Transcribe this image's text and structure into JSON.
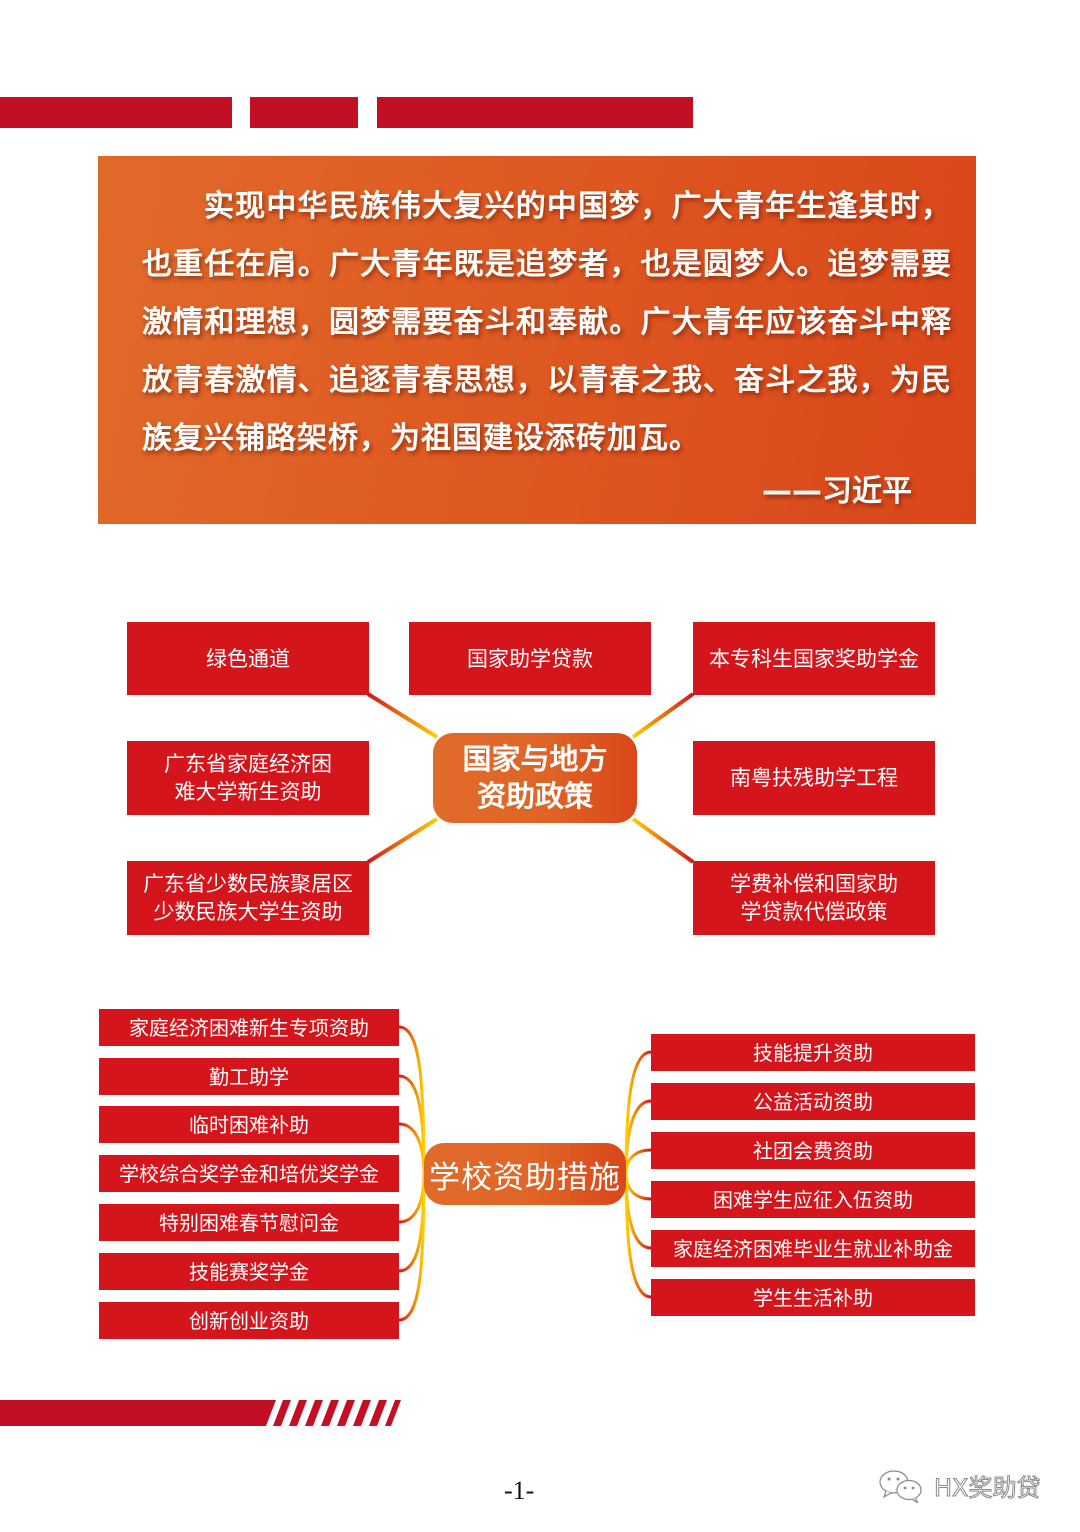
{
  "colors": {
    "brand_red": "#c30f23",
    "node_red": "#d5151c",
    "orange_start": "#e06a2a",
    "orange_end": "#d9461a",
    "connector_yellow": "#ffd000"
  },
  "quote": {
    "text": "实现中华民族伟大复兴的中国梦，广大青年生逢其时，也重任在肩。广大青年既是追梦者，也是圆梦人。追梦需要激情和理想，圆梦需要奋斗和奉献。广大青年应该奋斗中释放青春激情、追逐青春思想，以青春之我、奋斗之我，为民族复兴铺路架桥，为祖国建设添砖加瓦。",
    "author": "——习近平"
  },
  "national_policy": {
    "center": {
      "line1": "国家与地方",
      "line2": "资助政策"
    },
    "nodes": [
      {
        "id": "green-channel",
        "line1": "绿色通道",
        "line2": ""
      },
      {
        "id": "national-student-loan",
        "line1": "国家助学贷款",
        "line2": ""
      },
      {
        "id": "national-scholarship",
        "line1": "本专科生国家奖助学金",
        "line2": ""
      },
      {
        "id": "guangdong-freshman-aid",
        "line1": "广东省家庭经济困",
        "line2": "难大学新生资助"
      },
      {
        "id": "nanyue-disability-aid",
        "line1": "南粤扶残助学工程",
        "line2": ""
      },
      {
        "id": "ethnic-minority-aid",
        "line1": "广东省少数民族聚居区",
        "line2": "少数民族大学生资助"
      },
      {
        "id": "tuition-compensation",
        "line1": "学费补偿和国家助",
        "line2": "学贷款代偿政策"
      }
    ]
  },
  "school_measures": {
    "center": "学校资助措施",
    "left": [
      "家庭经济困难新生专项资助",
      "勤工助学",
      "临时困难补助",
      "学校综合奖学金和培优奖学金",
      "特别困难春节慰问金",
      "技能赛奖学金",
      "创新创业资助"
    ],
    "right": [
      "技能提升资助",
      "公益活动资助",
      "社团会费资助",
      "困难学生应征入伍资助",
      "家庭经济困难毕业生就业补助金",
      "学生生活补助"
    ]
  },
  "footer": {
    "page_number": "-1-",
    "watermark_icon": "wechat-icon",
    "watermark_text": "HX奖助贷"
  }
}
